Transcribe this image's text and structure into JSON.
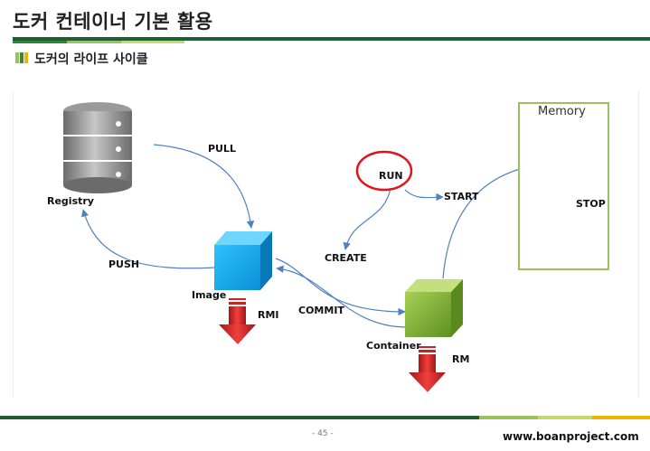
{
  "header": {
    "title": "도커 컨테이너 기본 활용",
    "subtitle": "도커의 라이프 사이클"
  },
  "diagram": {
    "nodes": {
      "registry": "Registry",
      "image": "Image",
      "container": "Container",
      "memory": "Memory"
    },
    "arrows": {
      "pull": "PULL",
      "push": "PUSH",
      "run": "RUN",
      "start": "START",
      "create": "CREATE",
      "commit": "COMMIT",
      "stop": "STOP",
      "rmi": "RMI",
      "rm": "RM"
    }
  },
  "footer": {
    "page": "- 45 -",
    "url": "www.boanproject.com"
  },
  "colors": {
    "accent_green": "#1f5f2f",
    "cube_blue": "#1aa9e8",
    "cube_green": "#8dbb3e",
    "arrow_blue": "#4f81bd",
    "down_arrow_red": "#d9262a",
    "run_circle": "#e0141c"
  }
}
